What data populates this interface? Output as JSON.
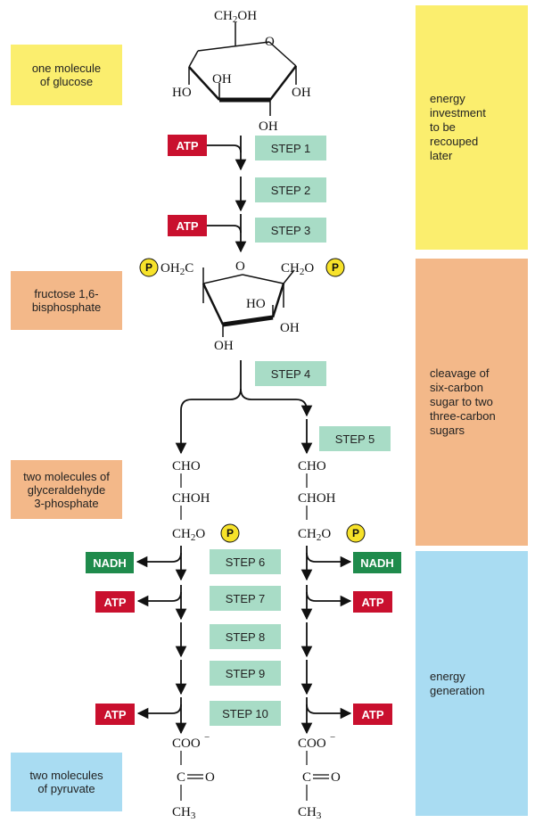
{
  "left_labels": {
    "glucose": "one molecule\nof glucose",
    "fructose": "fructose 1,6-\nbisphosphate",
    "g3p": "two molecules of\nglyceraldehyde\n3-phosphate",
    "pyruvate": "two molecules\nof pyruvate"
  },
  "phases": {
    "investment": "energy\ninvestment\nto be\nrecouped\nlater",
    "cleavage": "cleavage of\nsix-carbon\nsugar to two\nthree-carbon\nsugars",
    "generation": "energy\ngeneration"
  },
  "steps": {
    "s1": "STEP 1",
    "s2": "STEP 2",
    "s3": "STEP 3",
    "s4": "STEP 4",
    "s5": "STEP 5",
    "s6": "STEP 6",
    "s7": "STEP 7",
    "s8": "STEP 8",
    "s9": "STEP 9",
    "s10": "STEP 10"
  },
  "molecules": {
    "atp": "ATP",
    "nadh": "NADH",
    "phosphate": "P",
    "glucose": {
      "ch2oh": "CH2OH",
      "o": "O",
      "oh": "OH",
      "ho": "HO"
    },
    "fructose": {
      "oh2c": "OH2C",
      "ch2o": "CH2O",
      "o": "O",
      "ho": "HO",
      "oh": "OH"
    },
    "g3p": {
      "cho": "CHO",
      "choh": "CHOH",
      "ch2o": "CH2O"
    },
    "pyruvate": {
      "coo": "COO",
      "c": "C",
      "o": "O",
      "ch3": "CH3"
    }
  },
  "colors": {
    "yellow": "#fbee6e",
    "orange": "#f3b889",
    "blue": "#a9dcf2",
    "step": "#a8dcc6",
    "atp": "#c9102e",
    "nadh": "#1f8b4c",
    "phosphate": "#f7e22a"
  }
}
